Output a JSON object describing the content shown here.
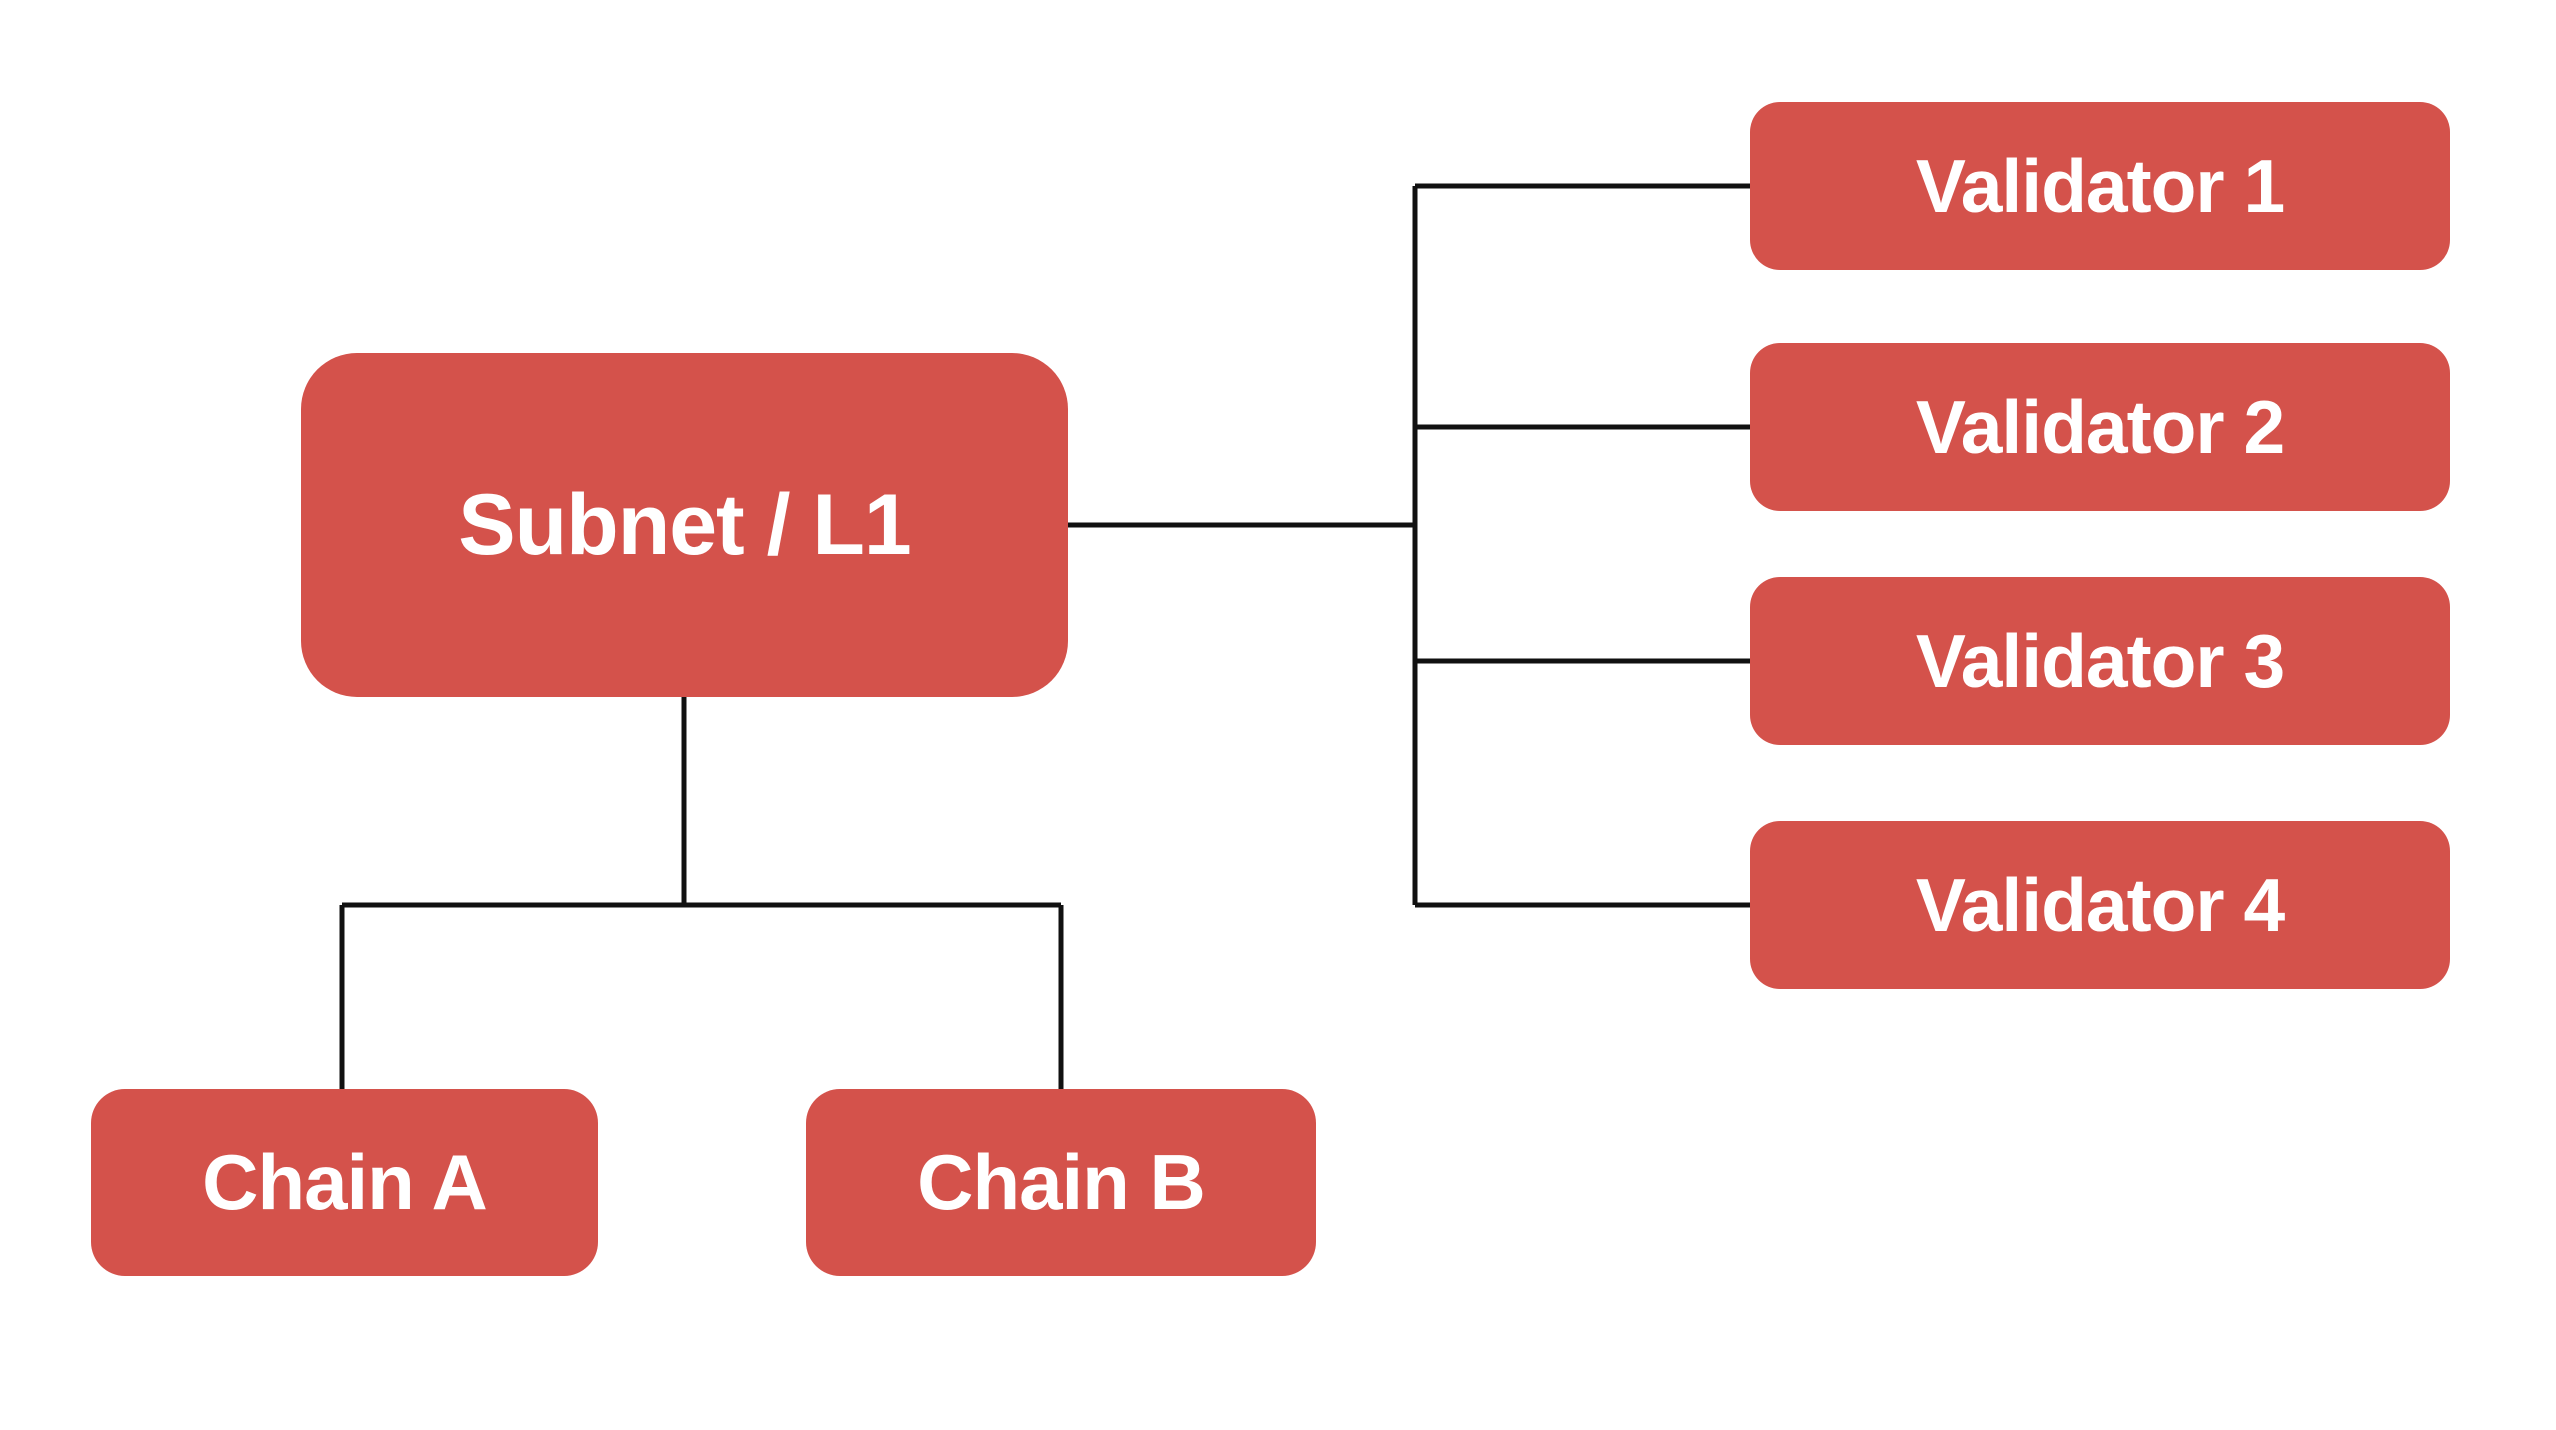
{
  "theme": {
    "background": "#ffffff",
    "node_fill": "#d4524b",
    "node_text": "#ffffff",
    "connector": "#111111"
  },
  "nodes": {
    "subnet": {
      "label": "Subnet / L1"
    },
    "chain_a": {
      "label": "Chain A"
    },
    "chain_b": {
      "label": "Chain B"
    },
    "validators": [
      {
        "label": "Validator 1"
      },
      {
        "label": "Validator 2"
      },
      {
        "label": "Validator 3"
      },
      {
        "label": "Validator 4"
      }
    ]
  }
}
